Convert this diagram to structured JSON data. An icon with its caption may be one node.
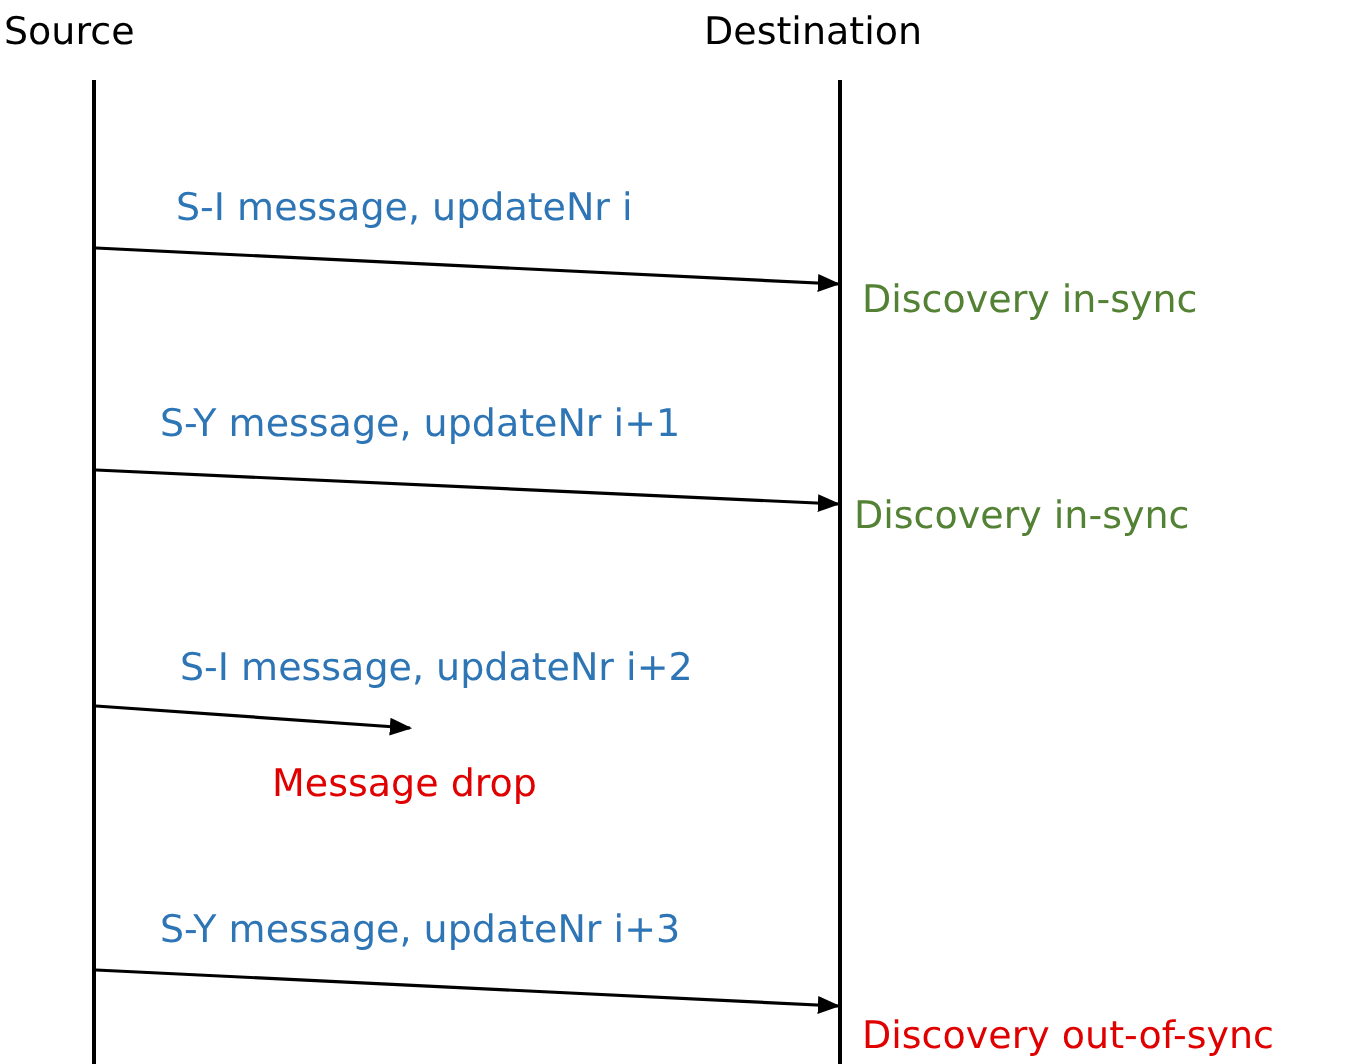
{
  "diagram": {
    "nodes": [
      {
        "text": [
          "Source"
        ]
      },
      {
        "text": [
          "Destination"
        ]
      },
      {
        "text": [],
        "shape": "bar"
      },
      {
        "text": [],
        "shape": "bar"
      }
    ],
    "edges": [
      {
        "from": 2,
        "to": 3,
        "arrow": "to",
        "label": "S-I message, updateNr i"
      },
      {
        "from": 2,
        "to": 3,
        "arrow": "to",
        "label": "S-Y message, updateNr i+1"
      },
      {
        "from": 2,
        "to": null,
        "arrow": "to",
        "label": "S-I message, updateNr i+2"
      },
      {
        "from": 2,
        "to": 3,
        "arrow": "to",
        "label": "S-Y message, updateNr i+3"
      }
    ],
    "labels": [
      "Discovery in-sync",
      "Discovery in-sync",
      "Message drop",
      "Discovery out-of-sync"
    ]
  }
}
